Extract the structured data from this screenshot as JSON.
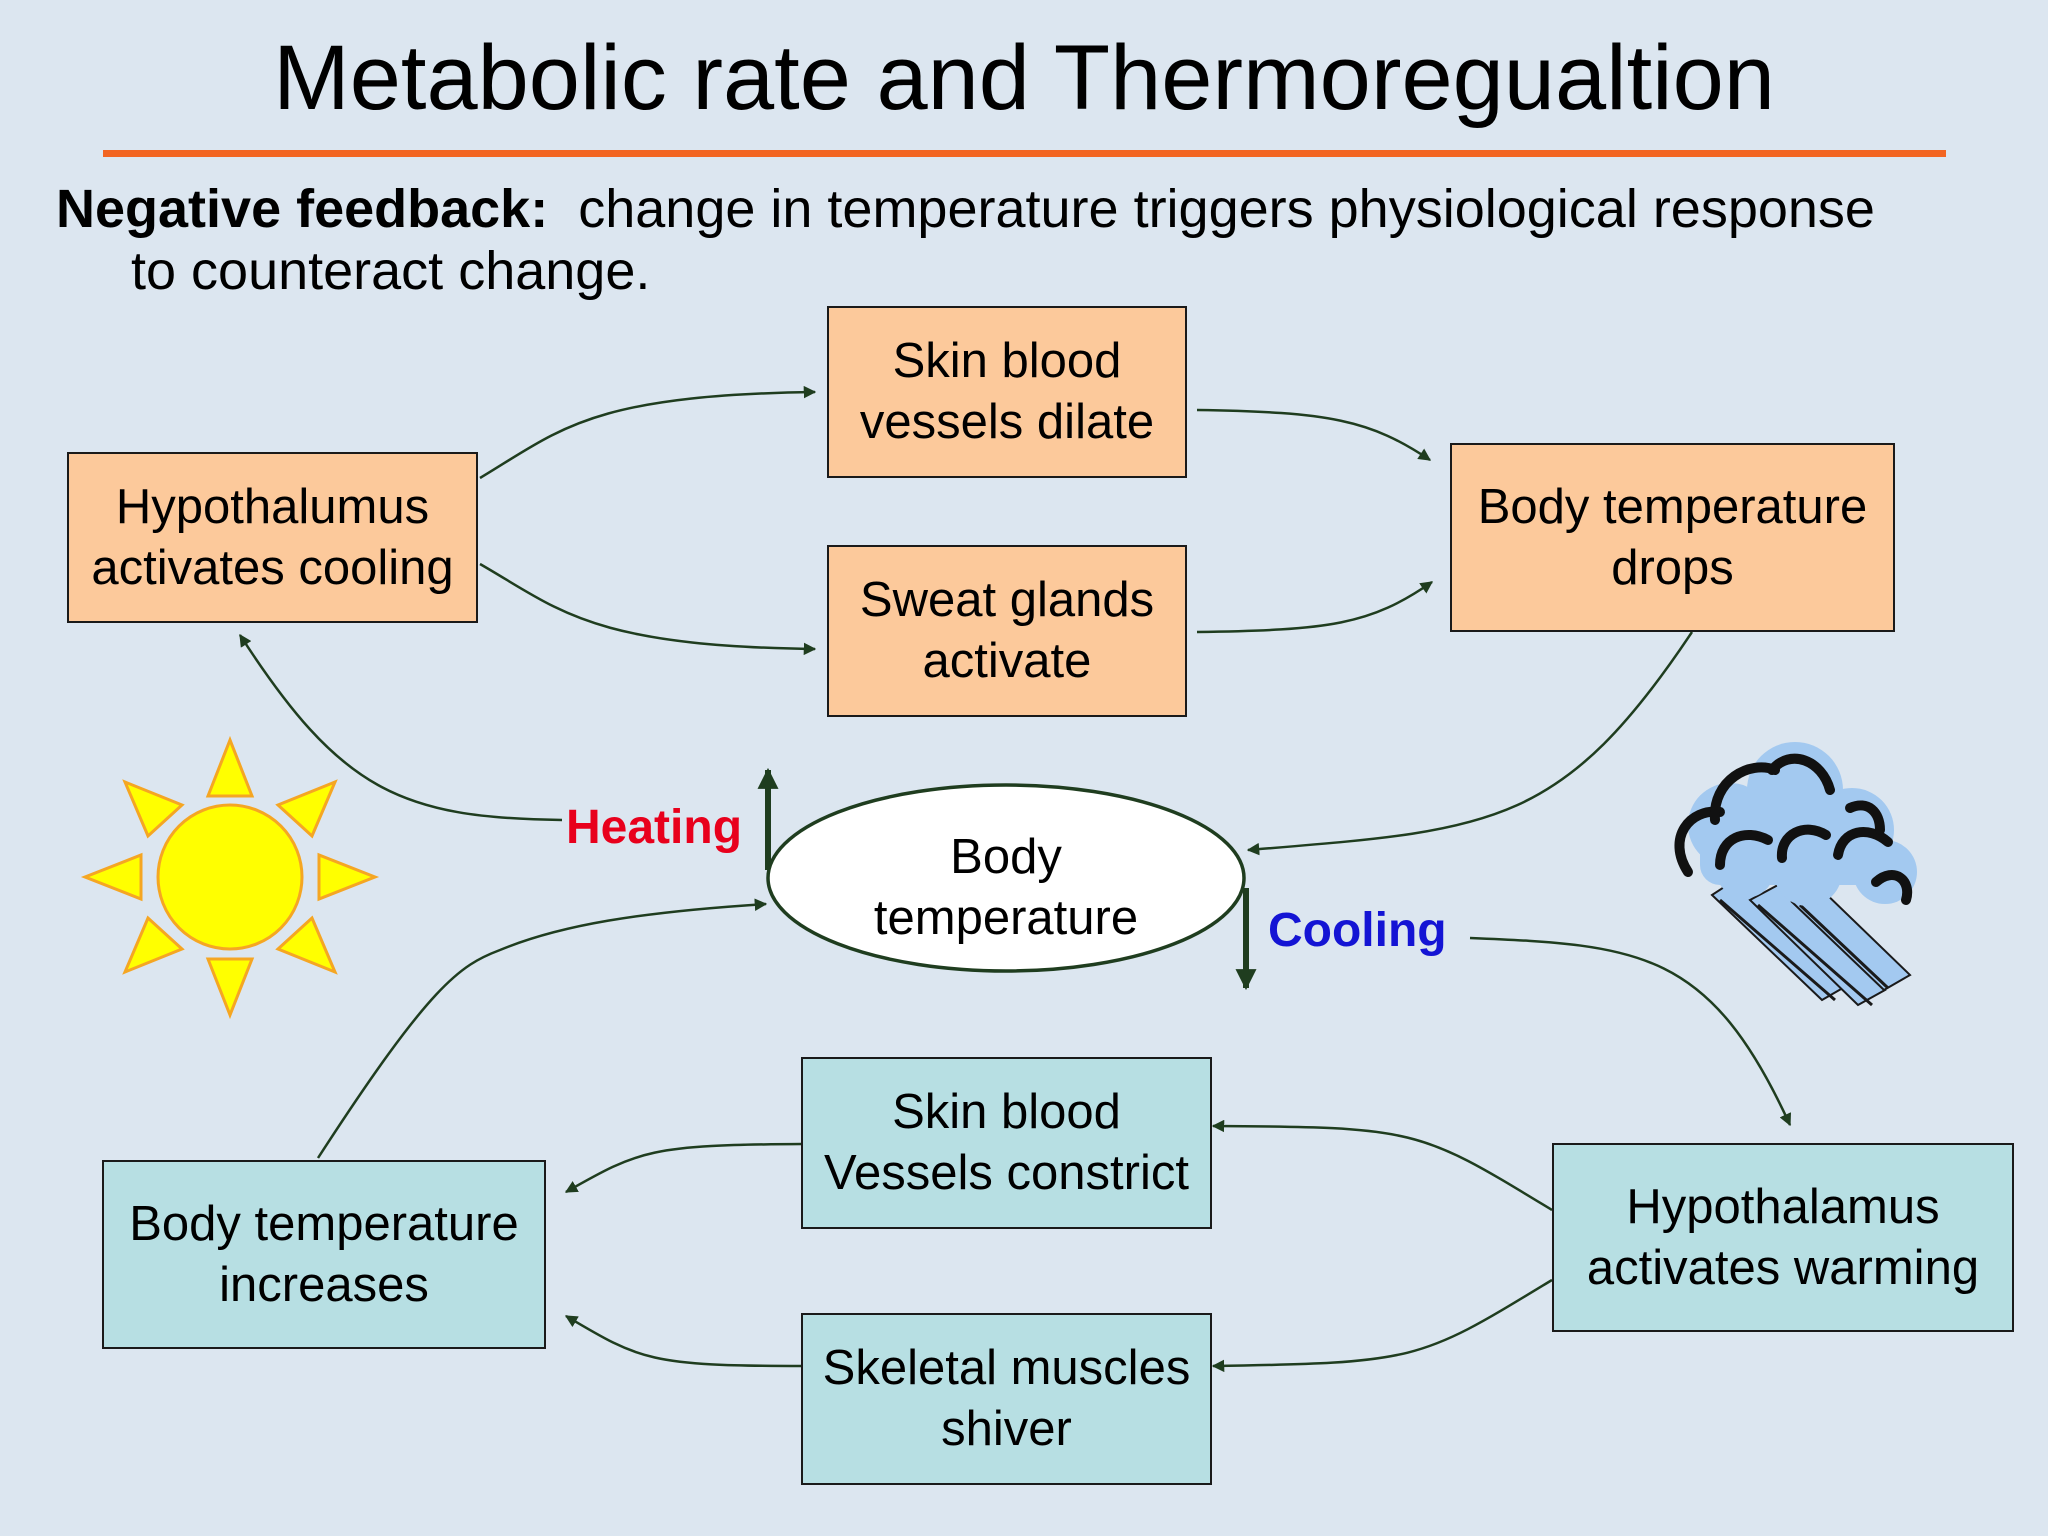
{
  "title": "Metabolic rate and Thermoregualtion",
  "intro": {
    "lead": "Negative feedback:",
    "line1": "change in temperature triggers physiological response",
    "line2": "to counteract change."
  },
  "center": {
    "label": "Body\ntemperature"
  },
  "heating_label": "Heating",
  "cooling_label": "Cooling",
  "boxes": {
    "hypothalamus_cooling": "Hypothalumus\nactivates cooling",
    "skin_dilate": "Skin blood\nvessels dilate",
    "sweat_glands": "Sweat glands\nactivate",
    "temp_drops": "Body temperature\ndrops",
    "skin_constrict": "Skin blood\nVessels constrict",
    "muscles_shiver": "Skeletal muscles\nshiver",
    "temp_increases": "Body temperature\nincreases",
    "hypothalamus_warming": "Hypothalamus\nactivates warming"
  },
  "colors": {
    "warm_box": "#fcc99b",
    "cool_box": "#b7dfe3",
    "background": "#dce6f0",
    "title_rule": "#f26522",
    "heating": "#e8001c",
    "cooling": "#1414d4",
    "arrow": "#1f3d1f"
  },
  "icons": {
    "hot": "sun-icon",
    "cold": "rain-cloud-icon"
  }
}
